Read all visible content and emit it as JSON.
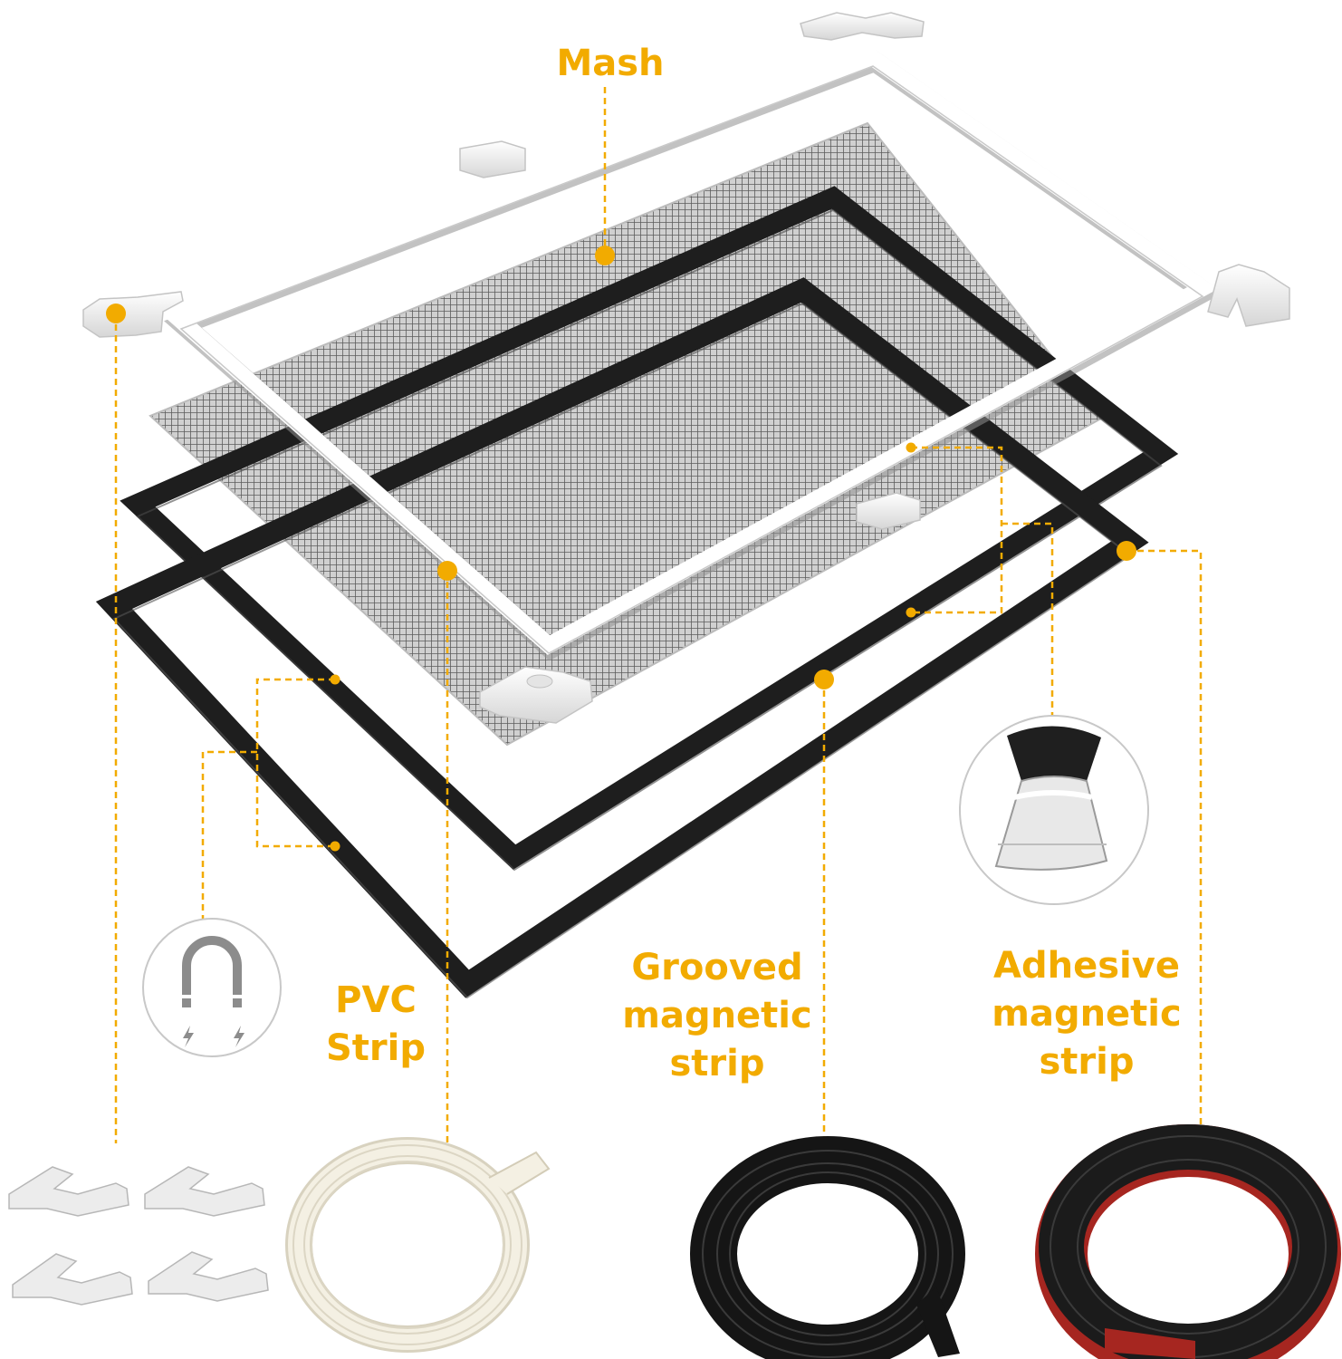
{
  "labels": {
    "mesh": "Mash",
    "pvc_strip": [
      "PVC",
      "Strip"
    ],
    "grooved_strip": [
      "Grooved",
      "magnetic",
      "strip"
    ],
    "adhesive_strip": [
      "Adhesive",
      "magnetic",
      "strip"
    ]
  },
  "colors": {
    "accent": "#f2ab00",
    "frame_white": "#ffffff",
    "magnet_black": "#1e1e1e",
    "mesh_grey": "#8a8a8a",
    "adhesive_red": "#b32a22",
    "pvc_cream": "#f3efe2"
  },
  "icons": [
    "magnet-icon",
    "lightning-icon",
    "clip-profile-icon"
  ]
}
